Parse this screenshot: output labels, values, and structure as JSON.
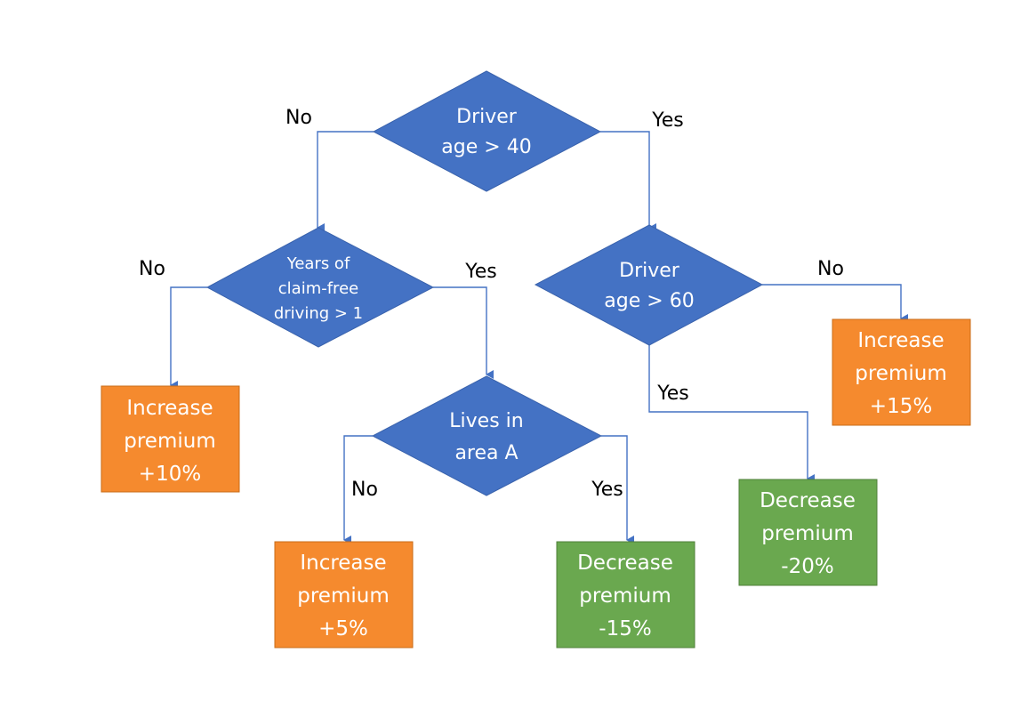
{
  "nodes": {
    "age40": {
      "line1": "Driver",
      "line2": "age > 40"
    },
    "claimfree": {
      "line1": "Years of",
      "line2": "claim-free",
      "line3": "driving > 1"
    },
    "age60": {
      "line1": "Driver",
      "line2": "age > 60"
    },
    "areaA": {
      "line1": "Lives in",
      "line2": "area A"
    },
    "inc10": {
      "line1": "Increase",
      "line2": "premium",
      "line3": "+10%"
    },
    "inc5": {
      "line1": "Increase",
      "line2": "premium",
      "line3": "+5%"
    },
    "dec15": {
      "line1": "Decrease",
      "line2": "premium",
      "line3": "-15%"
    },
    "dec20": {
      "line1": "Decrease",
      "line2": "premium",
      "line3": "-20%"
    },
    "inc15": {
      "line1": "Increase",
      "line2": "premium",
      "line3": "+15%"
    }
  },
  "edges": {
    "age40_no": "No",
    "age40_yes": "Yes",
    "claimfree_no": "No",
    "claimfree_yes": "Yes",
    "age60_no": "No",
    "age60_yes": "Yes",
    "areaA_no": "No",
    "areaA_yes": "Yes"
  },
  "colors": {
    "decision": "#4472c4",
    "increase": "#f58a2e",
    "decrease": "#6aa84f",
    "connector": "#4472c4"
  }
}
